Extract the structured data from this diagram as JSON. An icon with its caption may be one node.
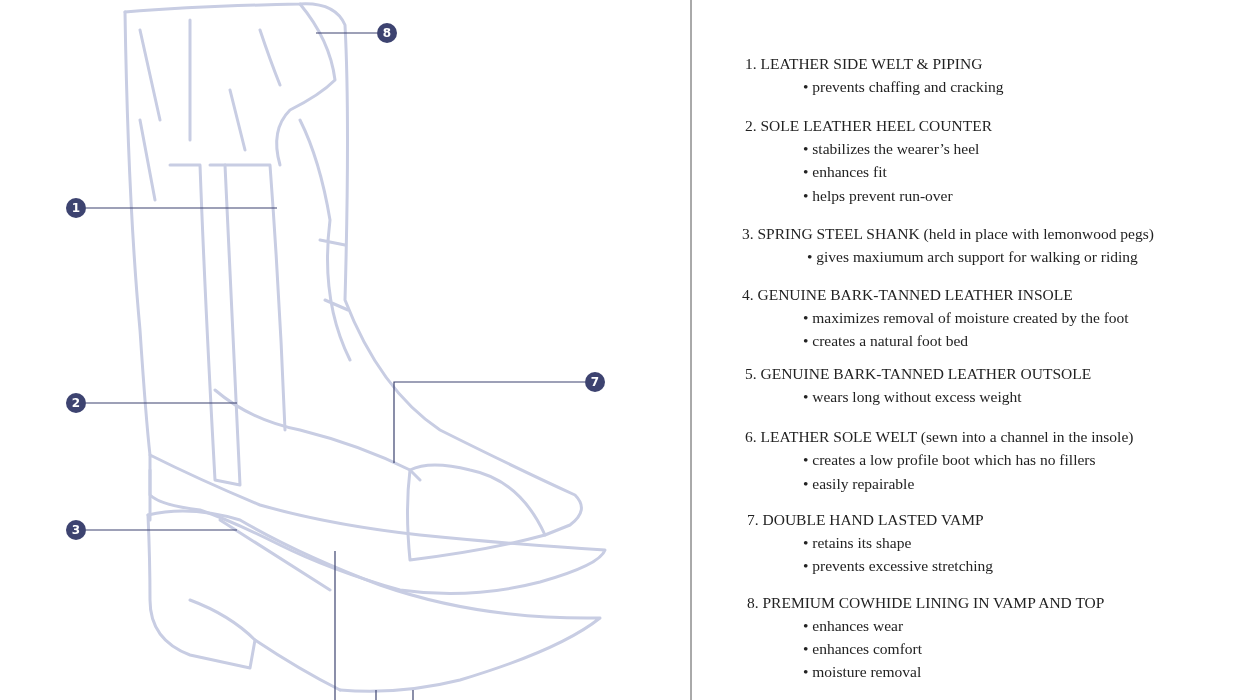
{
  "diagram": {
    "nodes": [
      {
        "text": [
          "1"
        ]
      },
      {
        "text": [
          "2"
        ]
      },
      {
        "text": [
          "3"
        ]
      },
      {
        "text": [
          "7"
        ]
      },
      {
        "text": [
          "8"
        ]
      }
    ],
    "edges": [
      {
        "from": 0,
        "to": null,
        "arrow": "none"
      },
      {
        "from": 1,
        "to": null,
        "arrow": "none"
      },
      {
        "from": 2,
        "to": null,
        "arrow": "none"
      },
      {
        "from": 3,
        "to": null,
        "arrow": "none"
      },
      {
        "from": 4,
        "to": null,
        "arrow": "none"
      }
    ],
    "labels": [
      "1. LEATHER SIDE WELT & PIPING",
      "• prevents chaffing and cracking",
      "2. SOLE LEATHER HEEL COUNTER",
      "• stabilizes the wearer’s heel",
      "• enhances fit",
      "• helps prevent run-over",
      "3. SPRING STEEL SHANK (held in place with lemonwood pegs)",
      "• gives maxiumum arch support for walking or riding",
      "4. GENUINE BARK-TANNED LEATHER INSOLE",
      "• maximizes removal of moisture created by the foot",
      "• creates a natural foot bed",
      "5. GENUINE BARK-TANNED LEATHER OUTSOLE",
      "• wears long without excess weight",
      "6. LEATHER SOLE WELT (sewn into a channel in the insole)",
      "• creates a low profile boot which has no fillers",
      "• easily repairable",
      "7. DOUBLE HAND LASTED VAMP",
      "• retains its shape",
      "• prevents excessive stretching",
      "8. PREMIUM COWHIDE LINING IN VAMP AND TOP",
      "• enhances wear",
      "• enhances comfort",
      "• moisture removal"
    ]
  }
}
